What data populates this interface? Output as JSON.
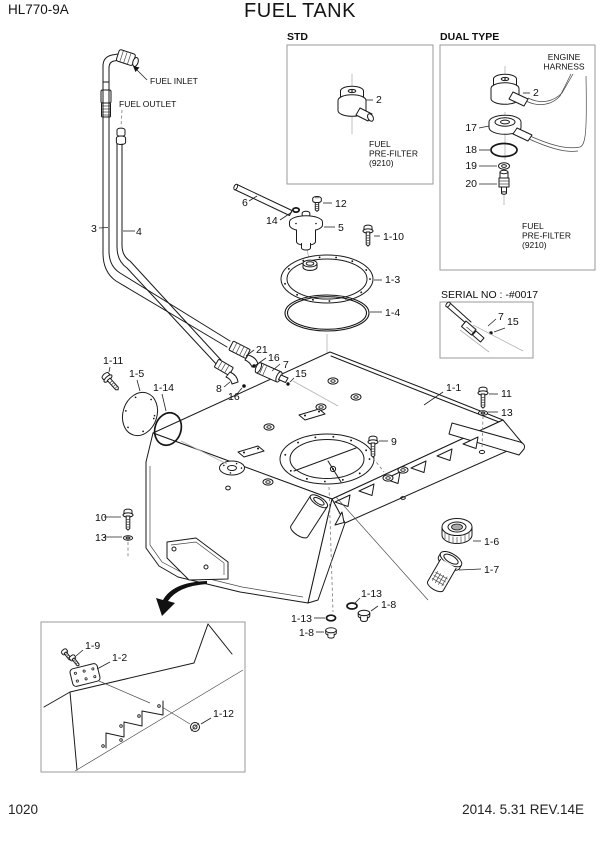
{
  "header": {
    "model": "HL770-9A",
    "title": "FUEL TANK"
  },
  "footer": {
    "page_number": "1020",
    "revision": "2014. 5.31  REV.14E"
  },
  "insets": {
    "std_title": "STD",
    "dual_title": "DUAL TYPE",
    "serial_title": "SERIAL NO : -#0017"
  },
  "notes": {
    "engine_harness_line1": "ENGINE",
    "engine_harness_line2": "HARNESS",
    "prefilter_line1": "FUEL",
    "prefilter_line2": "PRE-FILTER",
    "prefilter_line3": "(9210)",
    "fuel_inlet": "FUEL INLET",
    "fuel_outlet": "FUEL OUTLET"
  },
  "callouts": {
    "std_2": "2",
    "dual_2": "2",
    "dual_17": "17",
    "dual_18": "18",
    "dual_19": "19",
    "dual_20": "20",
    "serial_7": "7",
    "serial_15": "15",
    "hose_3": "3",
    "hose_4": "4",
    "tube_6": "6",
    "oring_14": "14",
    "screw_12": "12",
    "sender_5": "5",
    "bolt_1_10": "1-10",
    "cover_1_3": "1-3",
    "gasket_1_4": "1-4",
    "elbow_21": "21",
    "clamp_16_upper": "16",
    "valve_7": "7",
    "clamp_15": "15",
    "elbow_8": "8",
    "clamp_16_lower": "16",
    "bolt_1_11": "1-11",
    "cover_1_5": "1-5",
    "oring_1_14": "1-14",
    "tank_1_1": "1-1",
    "bolt_11": "11",
    "washer_13_right": "13",
    "bolt_9": "9",
    "bolt_10": "10",
    "washer_13_left": "13",
    "cap_1_6": "1-6",
    "strainer_1_7": "1-7",
    "oring_1_13_mid": "1-13",
    "plug_1_8_mid": "1-8",
    "oring_1_13_low": "1-13",
    "plug_1_8_low": "1-8",
    "bolt_1_9": "1-9",
    "plate_1_2": "1-2",
    "grommet_1_12": "1-12"
  },
  "colors": {
    "ink": "#1a1a1a",
    "border_gray": "#9a9a9a",
    "background": "#ffffff"
  }
}
